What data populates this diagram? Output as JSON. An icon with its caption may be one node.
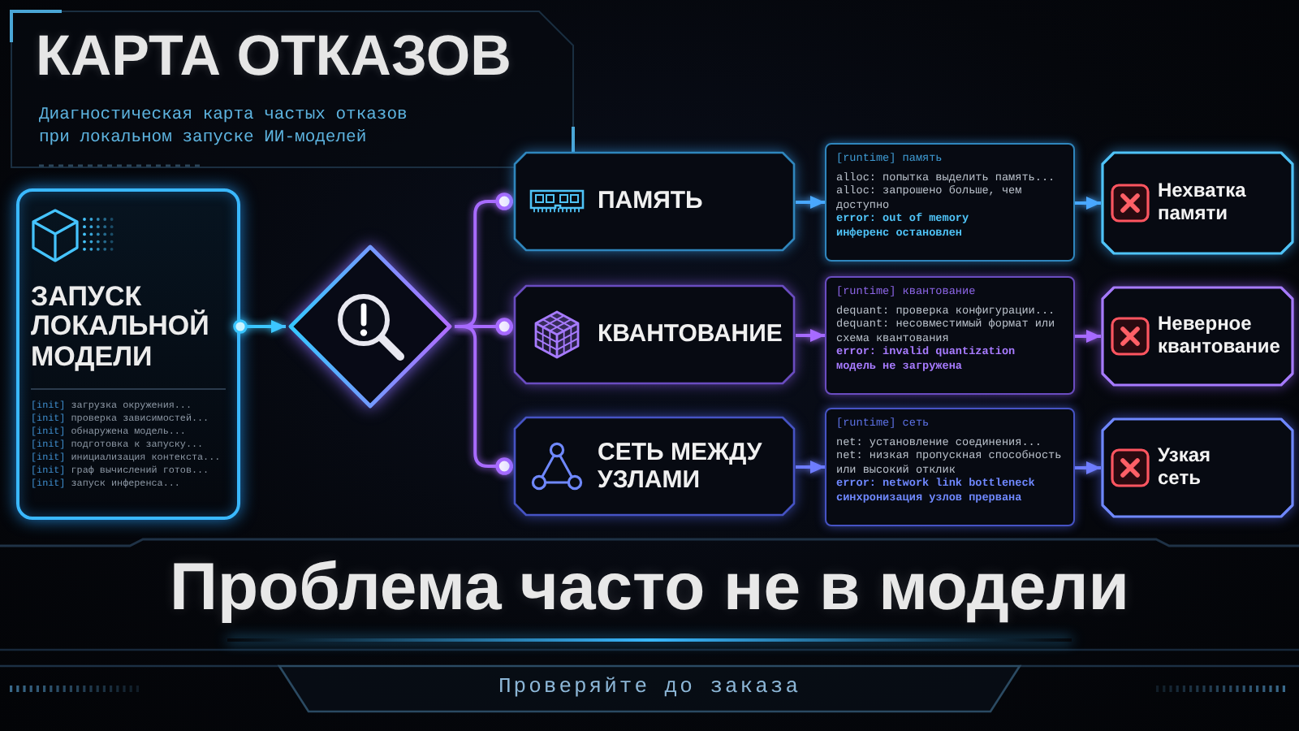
{
  "diagram": {
    "title": "КАРТА ОТКАЗОВ",
    "nodes": [
      {
        "text": [
          "ЗАПУСК ЛОКАЛЬНОЙ МОДЕЛИ",
          "[init] загрузка окружения...",
          "[init] проверка зависимостей...",
          "[init] обнаружена модель...",
          "[init] подготовка к запуску...",
          "[init] инициализация контекста...",
          "[init] граф вычислений готов...",
          "[init] запуск инференса..."
        ]
      },
      {
        "text": [],
        "shape": "diamond"
      },
      {
        "text": [
          "ПАМЯТЬ"
        ]
      },
      {
        "text": [
          "КВАНТОВАНИЕ"
        ]
      },
      {
        "text": [
          "СЕТЬ МЕЖДУ УЗЛАМИ"
        ]
      },
      {
        "text": [
          "[runtime] память",
          "alloc: попытка выделить память...",
          "alloc: запрошено больше, чем доступно",
          "error: out of memory",
          "инференс остановлен"
        ]
      },
      {
        "text": [
          "[runtime] квантование",
          "dequant: проверка конфигурации...",
          "dequant: несовместимый формат или схема квантования",
          "error: invalid quantization",
          "модель не загружена"
        ]
      },
      {
        "text": [
          "[runtime] сеть",
          "net: установление соединения...",
          "net: низкая пропускная способность или высокий отклик",
          "error: network link bottleneck",
          "синхронизация узлов прервана"
        ]
      },
      {
        "text": [
          "Нехватка памяти"
        ]
      },
      {
        "text": [
          "Неверное квантование"
        ]
      },
      {
        "text": [
          "Узкая сеть"
        ]
      }
    ],
    "edges": [
      {
        "from": 0,
        "to": 1,
        "arrow": "to",
        "color": "#3cc8ff"
      },
      {
        "from": 1,
        "to": 2,
        "arrow": "other"
      },
      {
        "from": 1,
        "to": 3,
        "arrow": "other"
      },
      {
        "from": 1,
        "to": 4,
        "arrow": "other"
      },
      {
        "from": 2,
        "to": 5,
        "arrow": "to",
        "color": "#4aa8ff"
      },
      {
        "from": 3,
        "to": 6,
        "arrow": "to"
      },
      {
        "from": 4,
        "to": 7,
        "arrow": "to",
        "color": "#6f7dff"
      },
      {
        "from": 5,
        "to": 8,
        "arrow": "to",
        "color": "#4aa8ff"
      },
      {
        "from": 6,
        "to": 9,
        "arrow": "to"
      },
      {
        "from": 7,
        "to": 10,
        "arrow": "to",
        "color": "#6f7dff"
      }
    ],
    "labels": [
      "Диагностическая карта частых отказов при локальном запуске ИИ-моделей",
      "Проблема часто не в модели",
      "Проверяйте до заказа"
    ]
  }
}
